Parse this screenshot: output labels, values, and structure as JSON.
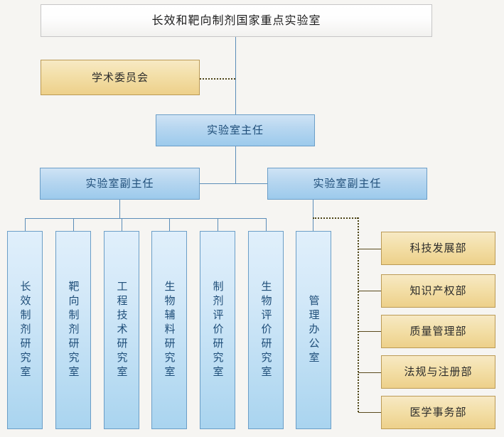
{
  "chart_title": "长效和靶向制剂国家重点实验室",
  "root": {
    "label": "长效和靶向制剂国家重点实验室"
  },
  "academic_committee": {
    "label": "学术委员会"
  },
  "director": {
    "label": "实验室主任"
  },
  "deputy_directors": [
    {
      "label": "实验室副主任"
    },
    {
      "label": "实验室副主任"
    }
  ],
  "research_units": [
    {
      "label": "长效制剂研究室"
    },
    {
      "label": "靶向制剂研究室"
    },
    {
      "label": "工程技术研究室"
    },
    {
      "label": "生物辅料研究室"
    },
    {
      "label": "制剂评价研究室"
    },
    {
      "label": "生物评价研究室"
    },
    {
      "label": "管理办公室"
    }
  ],
  "departments": [
    {
      "label": "科技发展部"
    },
    {
      "label": "知识产权部"
    },
    {
      "label": "质量管理部"
    },
    {
      "label": "法规与注册部"
    },
    {
      "label": "医学事务部"
    }
  ],
  "colors": {
    "background": "#f6f5f2",
    "blue_fill": "#b8d7f0",
    "blue_border": "#6b9ec7",
    "blue_text": "#1f4e79",
    "gold_fill": "#f3dfa8",
    "gold_border": "#bb9a55",
    "root_border": "#c6c6c6",
    "connector_solid": "#5b8db8",
    "connector_dotted": "#4c4416"
  }
}
